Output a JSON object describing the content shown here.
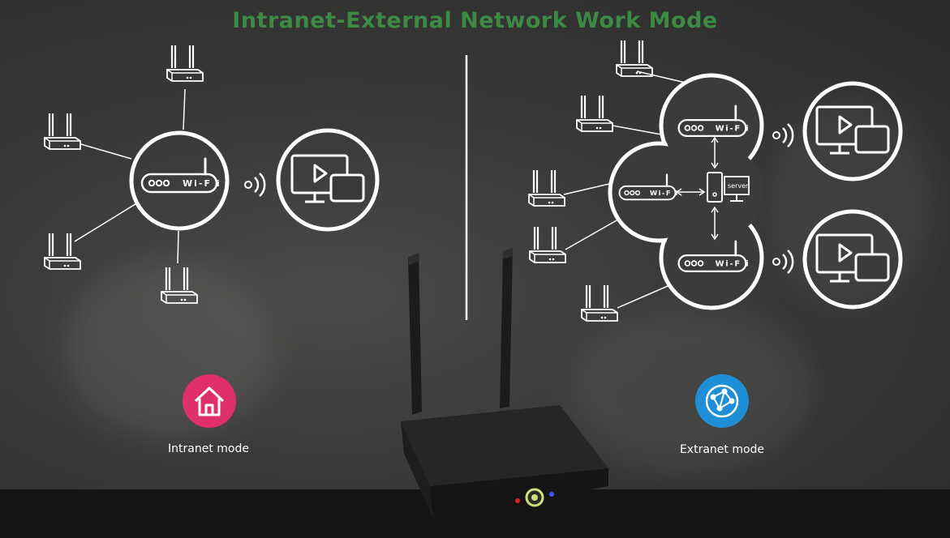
{
  "title": "Intranet-External Network Work Mode",
  "router_label": "Wi-F i",
  "server_label": "server",
  "intranet": {
    "label": "Intranet mode",
    "icon": "house-icon",
    "color": "#e0306a"
  },
  "extranet": {
    "label": "Extranet mode",
    "icon": "globe-network-icon",
    "color": "#1e8fd6"
  },
  "title_color": "#3d8a45"
}
